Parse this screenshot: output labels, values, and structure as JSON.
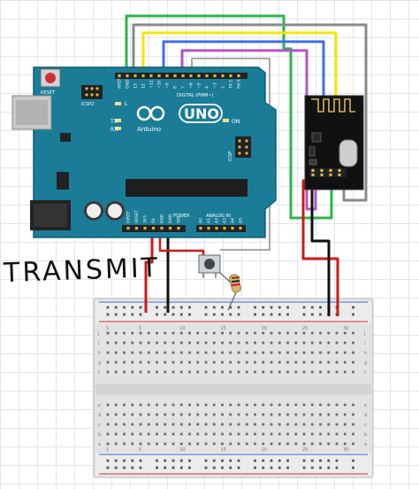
{
  "annotation": {
    "text": "TRANSMIT"
  },
  "arduino": {
    "model": "UNO",
    "brand": "Arduino",
    "reset_label": "RESET",
    "icsp2_label": "ICSP2",
    "icsp_label": "ICSP",
    "digital_label": "DIGITAL (PWM~)",
    "power_label": "POWER",
    "analog_label": "ANALOG IN",
    "led_l": "L",
    "led_tx": "TX",
    "led_rx": "RX",
    "led_on": "ON",
    "top_pins": [
      "AREF",
      "GND",
      "13",
      "12",
      "~11",
      "~10",
      "~9",
      "8",
      "7",
      "~6",
      "~5",
      "4",
      "~3",
      "2",
      "TX 1",
      "RX 0"
    ],
    "power_pins": [
      "IOREF",
      "RESET",
      "3V3",
      "5V",
      "GND",
      "GND",
      "VIN"
    ],
    "analog_pins": [
      "A0",
      "A1",
      "A2",
      "A3",
      "A4",
      "A5"
    ]
  },
  "breadboard": {
    "row_letters": [
      "a",
      "b",
      "c",
      "d",
      "e",
      "f",
      "g",
      "h",
      "i",
      "j"
    ],
    "column_numbers": [
      "1",
      "5",
      "10",
      "15",
      "20",
      "25",
      "30"
    ]
  },
  "colors": {
    "board": "#1b7c98",
    "board_dark": "#0f5d74",
    "wire_green": "#2fb34a",
    "wire_gray": "#8a8a8a",
    "wire_yellow": "#f5e600",
    "wire_blue": "#3c6ff0",
    "wire_purple": "#b354c4",
    "wire_red": "#d01818",
    "wire_black": "#111111",
    "radio_pcb": "#111111"
  }
}
